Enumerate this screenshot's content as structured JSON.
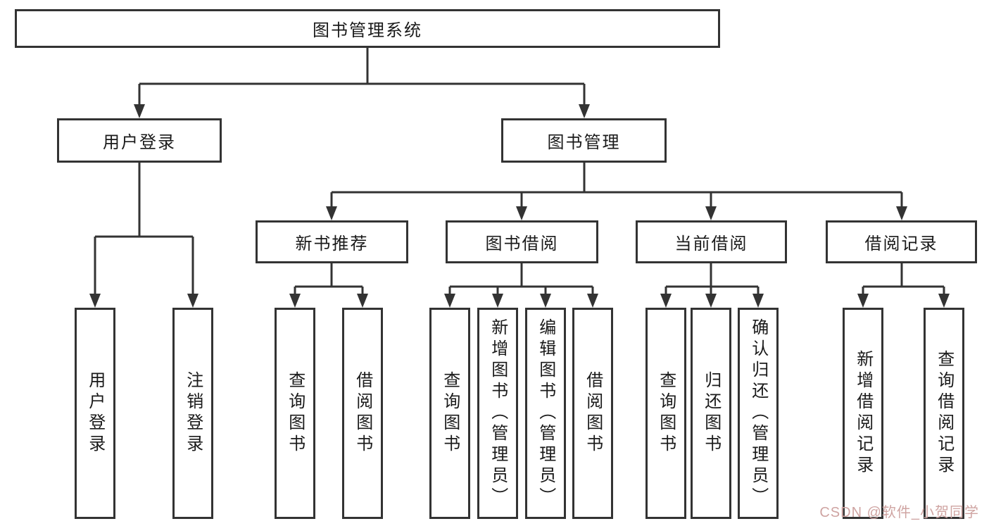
{
  "diagram": {
    "root": {
      "label": "图书管理系统"
    },
    "level2": {
      "user_login": {
        "label": "用户登录"
      },
      "book_mgmt": {
        "label": "图书管理"
      }
    },
    "level3": {
      "new_books": {
        "label": "新书推荐"
      },
      "borrow": {
        "label": "图书借阅"
      },
      "current": {
        "label": "当前借阅"
      },
      "records": {
        "label": "借阅记录"
      }
    },
    "leaves": {
      "login_user": "用户登录",
      "login_logout": "注销登录",
      "newbook_query": "查询图书",
      "newbook_borrow": "借阅图书",
      "borrow_query": "查询图书",
      "borrow_add": "新增图书（管理员）",
      "borrow_edit": "编辑图书（管理员）",
      "borrow_borrow": "借阅图书",
      "current_query": "查询图书",
      "current_return": "归还图书",
      "current_confirm": "确认归还（管理员）",
      "records_add": "新增借阅记录",
      "records_query": "查询借阅记录"
    }
  },
  "watermark": {
    "text": "CSDN @软件_小贺同学",
    "color": "#cfa4a2"
  },
  "colors": {
    "line": "#333333",
    "box_border": "#333333",
    "text": "#1a1a1a",
    "background": "#ffffff"
  }
}
